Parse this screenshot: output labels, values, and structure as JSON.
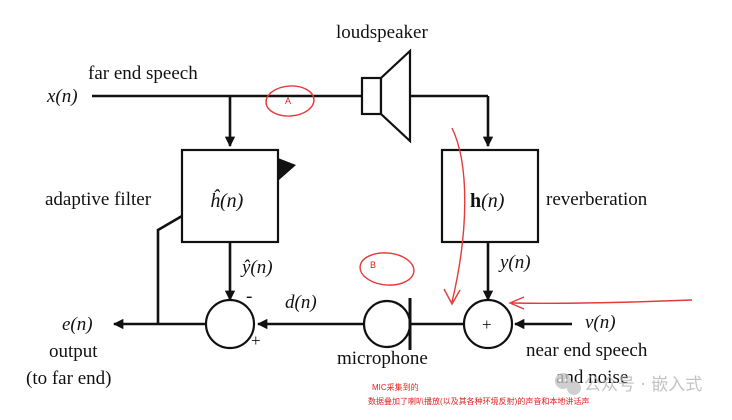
{
  "labels": {
    "loudspeaker": "loudspeaker",
    "far_end_speech": "far end speech",
    "x_signal": "x(n)",
    "adaptive_filter": "adaptive filter",
    "h_hat": "ĥ(n)",
    "h_main": "h",
    "h_arg": "(n)",
    "reverberation": "reverberation",
    "y_hat": "ŷ(n)",
    "y_signal": "y(n)",
    "minus_sign": "-",
    "plus_sign_left": "+",
    "plus_sign_sum": "+",
    "d_signal": "d(n)",
    "e_signal": "e(n)",
    "output_line1": "output",
    "output_line2": "(to far end)",
    "microphone": "microphone",
    "v_signal": "v(n)",
    "near_end_line1": "near end speech",
    "near_end_line2": "and noise"
  },
  "annotations": {
    "marker_a": "A",
    "marker_b": "B",
    "note_line1": "MIC采集到的",
    "note_line2": "数据叠加了喇叭播放(以及其各种环境反射)的声音和本地讲话声"
  },
  "watermark": {
    "brand_text": "公众号 · 嵌入式"
  },
  "colors": {
    "diagram_ink": "#111111",
    "annotation_red": "#e43a3a",
    "watermark_gray": "#b5b5b5"
  }
}
